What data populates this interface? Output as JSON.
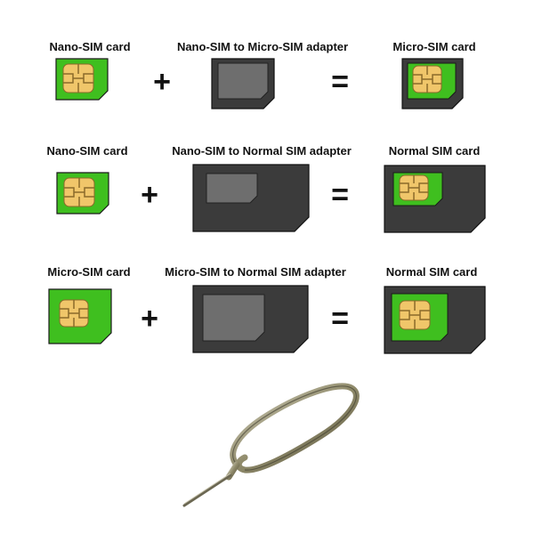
{
  "rows": [
    {
      "left_label": "Nano-SIM card",
      "adapter_label": "Nano-SIM to Micro-SIM adapter",
      "result_label": "Micro-SIM card",
      "plus": "+",
      "equals": "="
    },
    {
      "left_label": "Nano-SIM card",
      "adapter_label": "Nano-SIM to Normal SIM adapter",
      "result_label": "Normal SIM card",
      "plus": "+",
      "equals": "="
    },
    {
      "left_label": "Micro-SIM card",
      "adapter_label": "Micro-SIM to Normal SIM adapter",
      "result_label": "Normal SIM card",
      "plus": "+",
      "equals": "="
    }
  ],
  "colors": {
    "sim_green": "#3fbf1f",
    "chip_gold": "#f0c66a",
    "adapter_dark": "#3b3b3b",
    "slot_gray": "#6e6e6e"
  }
}
